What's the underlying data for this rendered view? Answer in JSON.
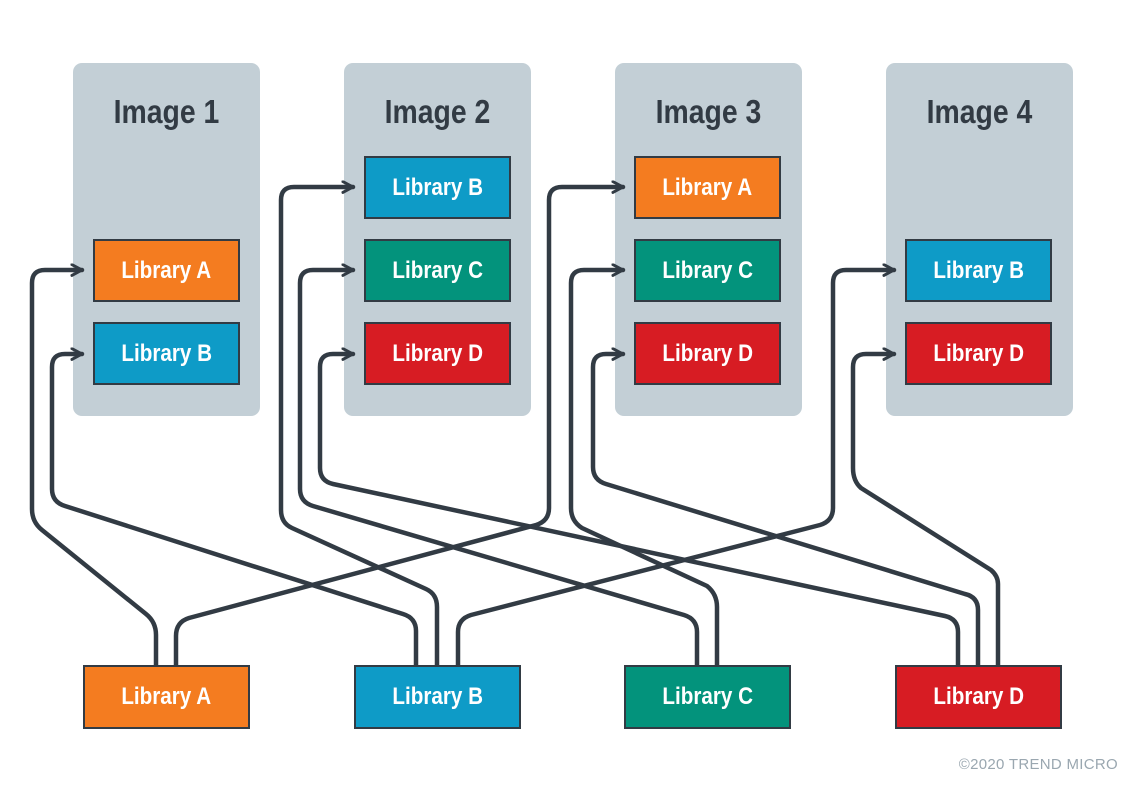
{
  "colors": {
    "library_a": "#f47c20",
    "library_b": "#0e9bc7",
    "library_c": "#03937c",
    "library_d": "#d71c23",
    "panel": "#c3cfd6",
    "ink": "#323b44"
  },
  "images": [
    {
      "title": "Image 1",
      "libraries": [
        "Library A",
        "Library B"
      ]
    },
    {
      "title": "Image 2",
      "libraries": [
        "Library B",
        "Library C",
        "Library D"
      ]
    },
    {
      "title": "Image 3",
      "libraries": [
        "Library A",
        "Library C",
        "Library D"
      ]
    },
    {
      "title": "Image 4",
      "libraries": [
        "Library B",
        "Library D"
      ]
    }
  ],
  "sources": [
    "Library A",
    "Library B",
    "Library C",
    "Library D"
  ],
  "credit": "©2020 TREND MICRO"
}
